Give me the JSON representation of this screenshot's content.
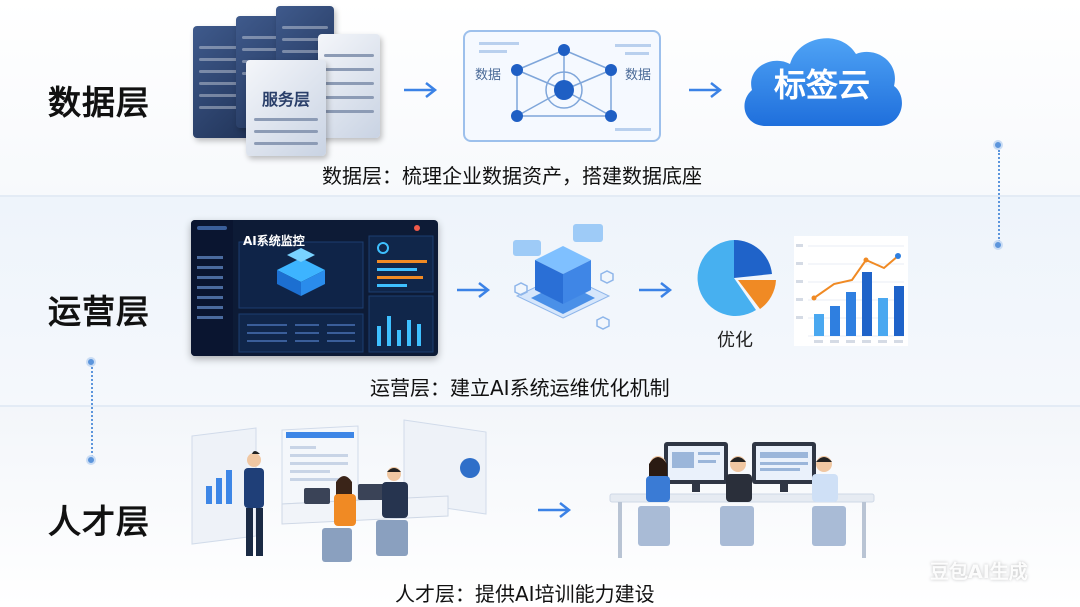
{
  "layers": [
    {
      "title": "数据层",
      "caption": "数据层：梳理企业数据资产，搭建数据底座",
      "server_label": "服务层",
      "network_labels": [
        "数据",
        "数据"
      ],
      "cloud_label": "标签云"
    },
    {
      "title": "运营层",
      "caption": "运营层：建立AI系统运维优化机制",
      "dashboard_title": "AI系统监控",
      "optimize_label": "优化"
    },
    {
      "title": "人才层",
      "caption": "人才层：提供AI培训能力建设"
    }
  ],
  "watermark": "豆包AI生成",
  "colors": {
    "accent_blue": "#2f7fe0",
    "arrow_blue": "#3b82e6",
    "navy": "#213459",
    "dashboard_bg": "#0d1b36",
    "orange": "#f08a24",
    "light_blue": "#4fa8ec"
  },
  "icons": [
    "server-icon",
    "network-icon",
    "cloud-icon",
    "dashboard-icon",
    "isometric-module-icon",
    "pie-chart-icon",
    "bar-line-chart-icon",
    "team-meeting-icon",
    "training-room-icon",
    "arrow-right-icon"
  ]
}
